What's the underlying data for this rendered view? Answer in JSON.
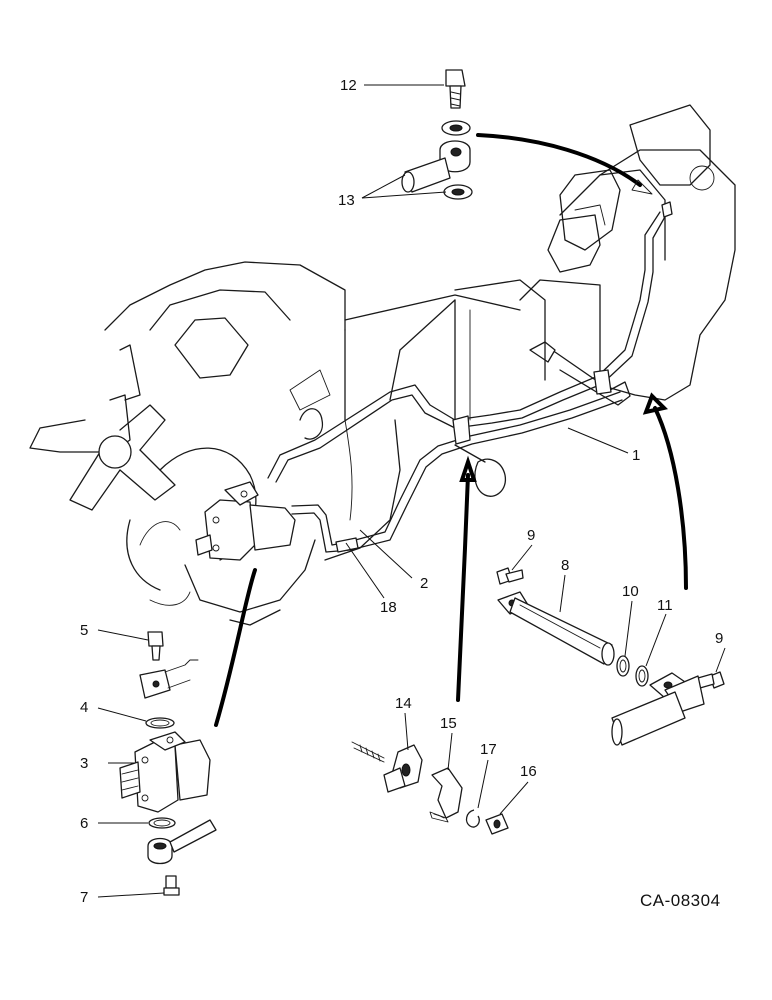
{
  "drawing_code": "CA-08304",
  "callouts": [
    {
      "id": "c1",
      "text": "1"
    },
    {
      "id": "c2",
      "text": "2"
    },
    {
      "id": "c3",
      "text": "3"
    },
    {
      "id": "c4",
      "text": "4"
    },
    {
      "id": "c5",
      "text": "5"
    },
    {
      "id": "c6",
      "text": "6"
    },
    {
      "id": "c7",
      "text": "7"
    },
    {
      "id": "c8",
      "text": "8"
    },
    {
      "id": "c9a",
      "text": "9"
    },
    {
      "id": "c9b",
      "text": "9"
    },
    {
      "id": "c10",
      "text": "10"
    },
    {
      "id": "c11",
      "text": "11"
    },
    {
      "id": "c12",
      "text": "12"
    },
    {
      "id": "c13",
      "text": "13"
    },
    {
      "id": "c14",
      "text": "14"
    },
    {
      "id": "c15",
      "text": "15"
    },
    {
      "id": "c16",
      "text": "16"
    },
    {
      "id": "c17",
      "text": "17"
    },
    {
      "id": "c18",
      "text": "18"
    }
  ]
}
